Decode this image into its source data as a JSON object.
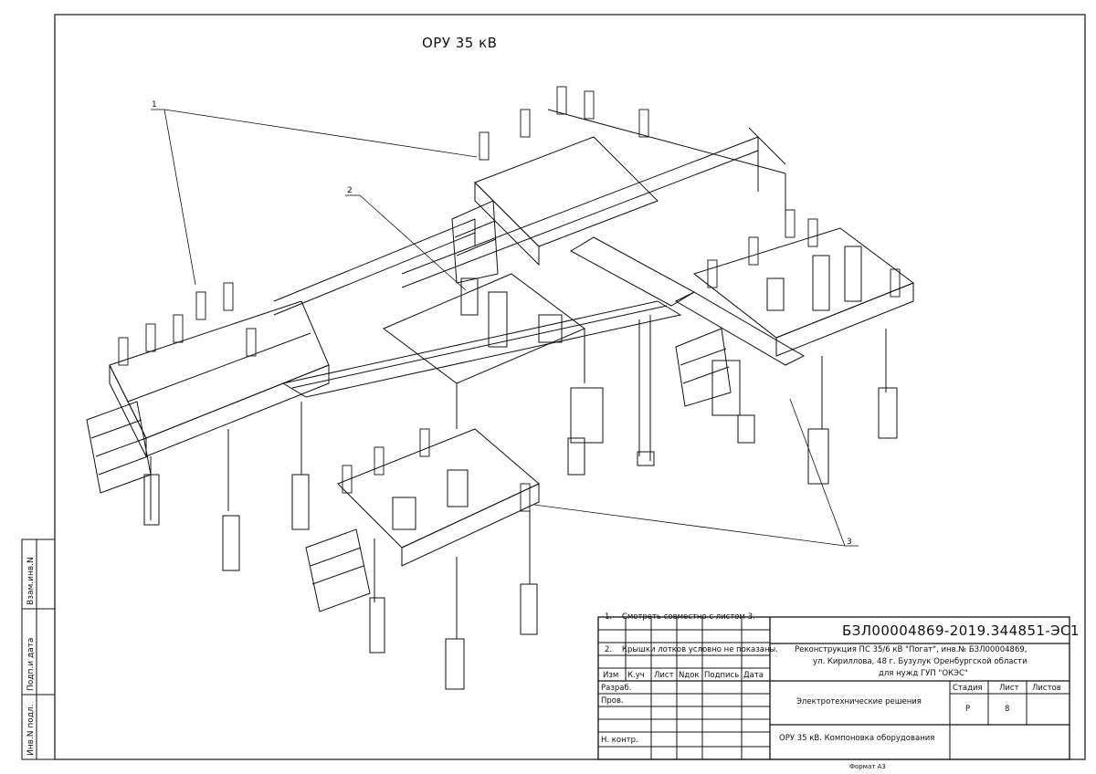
{
  "drawing_title": "ОРУ 35 кВ",
  "callouts": [
    "1",
    "2",
    "3"
  ],
  "notes": [
    "1.    Смотреть совместно с листом 3.",
    "2.    Крышки лотков условно не показаны."
  ],
  "stamp": {
    "document_code": "БЗЛ00004869-2019.344851-ЭС1",
    "project_lines": [
      "Реконструкция ПС 35/6 кВ \"Погат\", инв.№ БЗЛ00004869,",
      "ул. Кириллова, 48 г. Бузулук Оренбургской области",
      "для нужд ГУП \"ОКЭС\""
    ],
    "rev_headers": [
      "Изм",
      "К.уч",
      "Лист",
      "Nдок",
      "Подпись",
      "Дата"
    ],
    "roles": [
      "Разраб.",
      "Пров.",
      "Н. контр."
    ],
    "section_title": "Электротехнические решения",
    "sheet_title": "ОРУ 35 кВ. Компоновка оборудования",
    "col_stage": "Стадия",
    "col_sheet": "Лист",
    "col_sheets": "Листов",
    "stage": "Р",
    "sheet": "8",
    "sheets": ""
  },
  "side_stamp": [
    "Взам.инв.N",
    "Подп.и дата",
    "Инв.N подл."
  ],
  "format_label": "Формат А3"
}
